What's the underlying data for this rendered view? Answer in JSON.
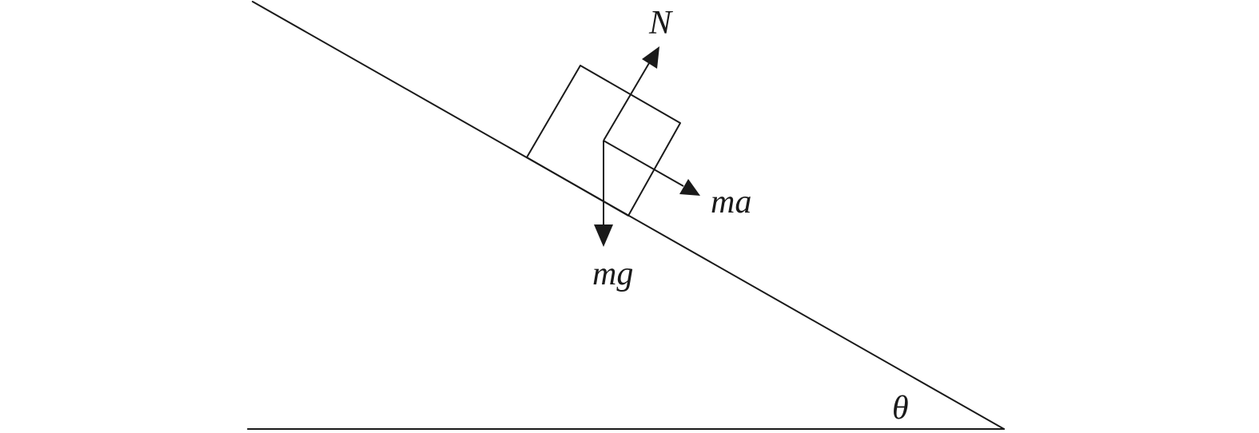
{
  "labels": {
    "normal_force": "N",
    "inertial_force": "ma",
    "weight": "mg",
    "angle": "θ"
  }
}
